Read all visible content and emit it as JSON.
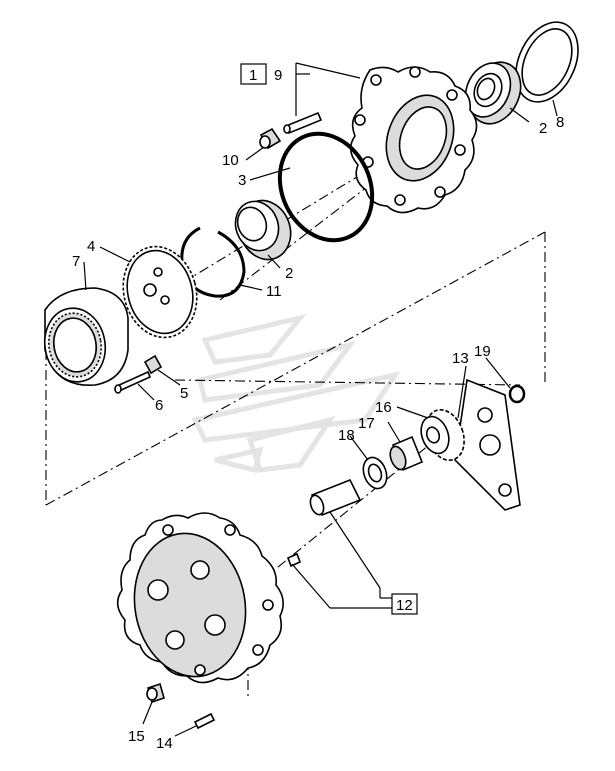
{
  "callouts": {
    "n1": "1",
    "n2a": "2",
    "n2b": "2",
    "n3": "3",
    "n4": "4",
    "n5": "5",
    "n6": "6",
    "n7": "7",
    "n8": "8",
    "n9": "9",
    "n10": "10",
    "n11": "11",
    "n12": "12",
    "n13": "13",
    "n14": "14",
    "n15": "15",
    "n16": "16",
    "n17": "17",
    "n18": "18",
    "n19": "19"
  }
}
